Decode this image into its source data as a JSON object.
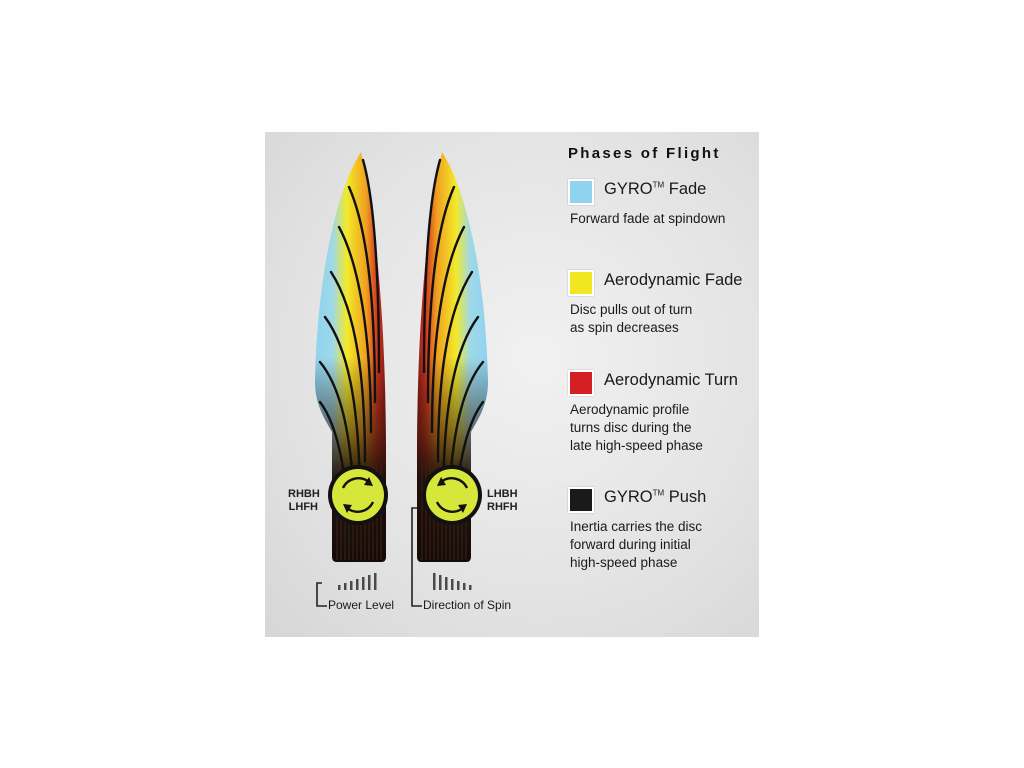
{
  "legend": {
    "title": "Phases of Flight",
    "items": [
      {
        "name": "GYRO",
        "tm": "TM",
        "suffix": " Fade",
        "color": "#8fd3ef",
        "desc": [
          "Forward fade at spindown"
        ]
      },
      {
        "name": "Aerodynamic Fade",
        "tm": "",
        "suffix": "",
        "color": "#f0e622",
        "desc": [
          "Disc pulls out of turn",
          "as spin decreases"
        ]
      },
      {
        "name": "Aerodynamic Turn",
        "tm": "",
        "suffix": "",
        "color": "#d41f25",
        "desc": [
          "Aerodynamic profile",
          "turns disc during the",
          "late high-speed phase"
        ]
      },
      {
        "name": "GYRO",
        "tm": "TM",
        "suffix": " Push",
        "color": "#1a1a1a",
        "desc": [
          "Inertia carries the disc",
          "forward during initial",
          "high-speed phase"
        ]
      }
    ]
  },
  "flights": {
    "left_label": [
      "RHBH",
      "LHFH"
    ],
    "right_label": [
      "LHBH",
      "RHFH"
    ]
  },
  "bottom": {
    "power_level": "Power Level",
    "direction_of_spin": "Direction of Spin"
  },
  "colors": {
    "gyro_fade": "#8fd3ef",
    "aero_fade": "#f0e622",
    "aero_turn": "#d41f25",
    "gyro_push": "#1a1a1a",
    "spin_badge": "#d7e63a"
  }
}
